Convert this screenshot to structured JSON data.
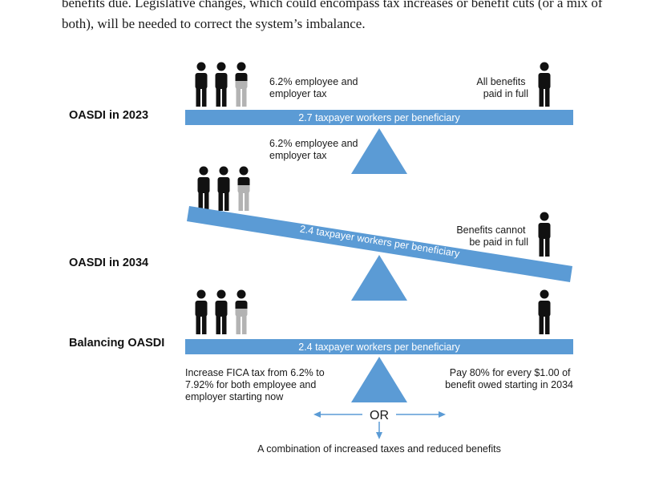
{
  "paragraph": {
    "line1": "benefits due. Legislative changes, which could encompass tax increases or benefit cuts (or a mix of",
    "line2": "both), will be needed to correct the system’s imbalance."
  },
  "colors": {
    "bar": "#5b9bd5",
    "figure": "#111111",
    "figure_gray": "#b3b3b3",
    "arrow": "#5b9bd5"
  },
  "icons": [
    "person-icon"
  ],
  "sections": [
    {
      "heading": "OASDI in 2023",
      "bar_text": "2.7 taxpayer workers per beneficiary",
      "tax_label": [
        "6.2% employee and",
        "employer tax"
      ],
      "benefit_label": [
        "All benefits",
        "paid in full"
      ],
      "fulcrum_label": [
        "6.2% employee and",
        "employer tax"
      ]
    },
    {
      "heading": "OASDI in 2034",
      "bar_text": "2.4 taxpayer workers per beneficiary",
      "benefit_label": [
        "Benefits cannot",
        "be paid in full"
      ]
    },
    {
      "heading": "Balancing OASDI",
      "bar_text": "2.4 taxpayer workers per beneficiary",
      "left_option": [
        "Increase FICA tax from 6.2% to",
        "7.92% for both employee and",
        "employer starting now"
      ],
      "right_option": [
        "Pay 80% for every $1.00 of",
        "benefit owed starting in 2034"
      ],
      "or_text": "OR",
      "combination": "A combination of increased taxes and reduced benefits"
    }
  ]
}
